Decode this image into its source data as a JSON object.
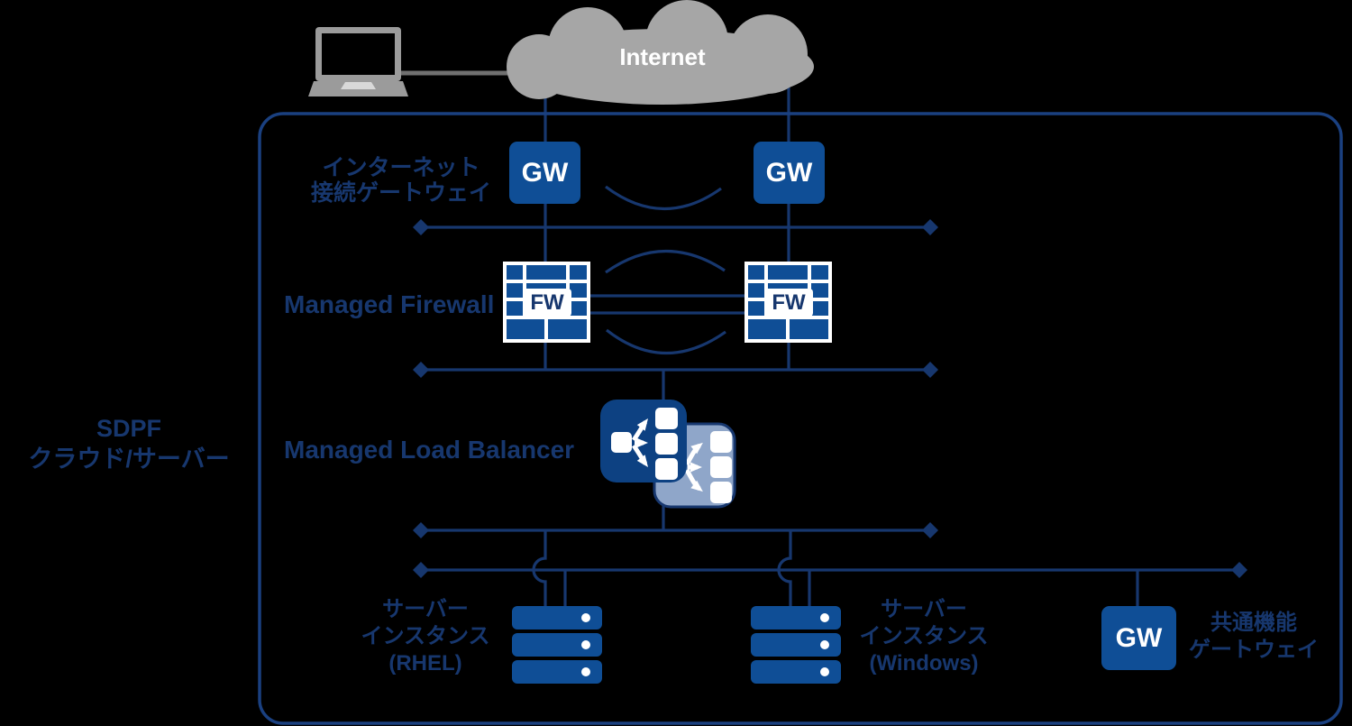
{
  "colors": {
    "background": "#000000",
    "navy_line": "#17376e",
    "box_blue": "#0f4e96",
    "lb_front_blue": "#0d4182",
    "lb_back_blue": "#8fa6c9",
    "cloud_gray": "#a6a6a6",
    "laptop_gray": "#9b9b9b",
    "link_gray": "#707070",
    "white": "#ffffff"
  },
  "icons": [
    {
      "name": "laptop-icon",
      "meaning": "client PC"
    },
    {
      "name": "internet-cloud",
      "meaning": "Internet cloud"
    },
    {
      "name": "gateway-box",
      "meaning": "gateway node"
    },
    {
      "name": "firewall-icon",
      "meaning": "firewall brick wall"
    },
    {
      "name": "load-balancer-icon",
      "meaning": "redundant load balancer"
    },
    {
      "name": "server-stack-icon",
      "meaning": "server instance stack"
    }
  ],
  "cloud": {
    "label": "Internet"
  },
  "gateways": {
    "gw1": "GW",
    "gw2": "GW",
    "gw3": "GW"
  },
  "firewalls": {
    "fw1": "FW",
    "fw2": "FW"
  },
  "labels": {
    "internet_gateway": {
      "line1": "インターネット",
      "line2": "接続ゲートウェイ"
    },
    "managed_firewall": "Managed Firewall",
    "managed_load_balancer": "Managed Load Balancer",
    "sdpf_box": {
      "line1": "SDPF",
      "line2": "クラウド/サーバー"
    },
    "server_rhel": {
      "line1": "サーバー",
      "line2": "インスタンス",
      "line3": "(RHEL)"
    },
    "server_windows": {
      "line1": "サーバー",
      "line2": "インスタンス",
      "line3": "(Windows)"
    },
    "common_gateway": {
      "line1": "共通機能",
      "line2": "ゲートウェイ"
    }
  }
}
